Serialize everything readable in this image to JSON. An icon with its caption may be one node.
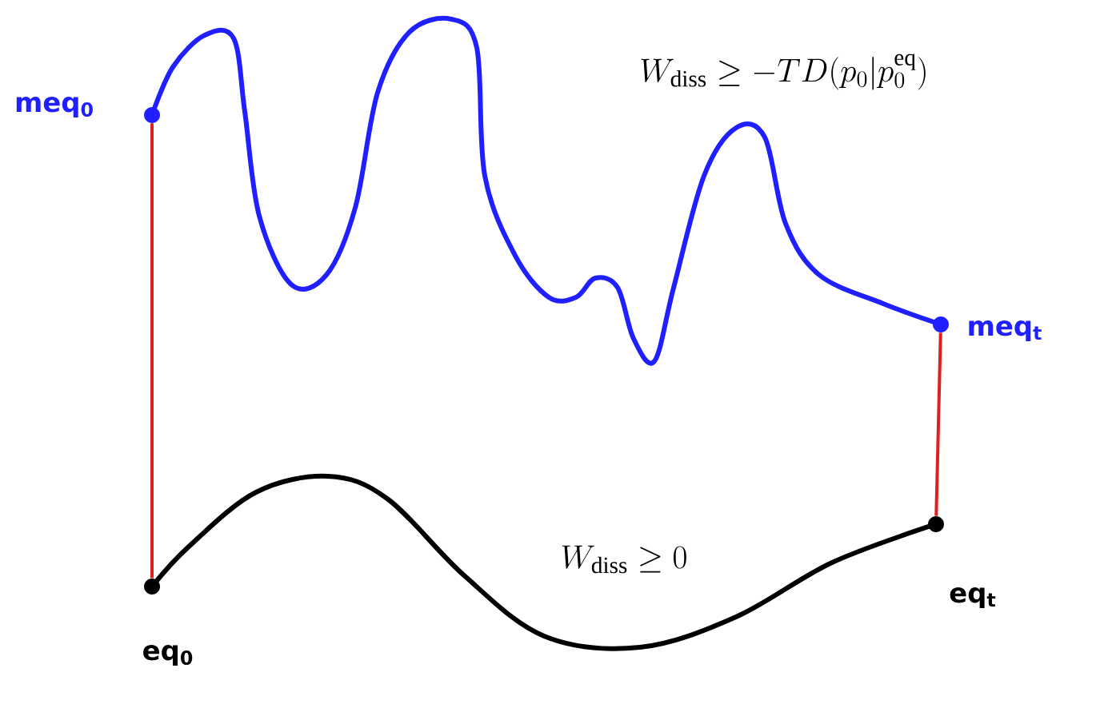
{
  "diagram": {
    "nodes": [
      {
        "text": [],
        "shape": "circle",
        "beside": [
          "meq$_{0}$"
        ]
      },
      {
        "text": [],
        "shape": "circle",
        "beside": [
          "meq$_{t}$"
        ]
      },
      {
        "text": [],
        "shape": "circle",
        "beside": [
          "eq$_{0}$"
        ]
      },
      {
        "text": [],
        "shape": "circle",
        "beside": [
          "eq$_{t}$"
        ]
      }
    ],
    "edges": [
      {
        "from": 0,
        "to": 1,
        "arrow": "none",
        "color": "#1f1fff",
        "label": "W_{\\mathrm{diss}} \\geq -TD(p_0|p_0^{\\mathrm{eq}})"
      },
      {
        "from": 2,
        "to": 3,
        "arrow": "none",
        "color": "#000000",
        "label": "W_{\\mathrm{diss}} \\geq 0"
      },
      {
        "from": 0,
        "to": 2,
        "arrow": "none",
        "color": "#e02020"
      },
      {
        "from": 1,
        "to": 3,
        "arrow": "none",
        "color": "#e02020"
      }
    ]
  }
}
